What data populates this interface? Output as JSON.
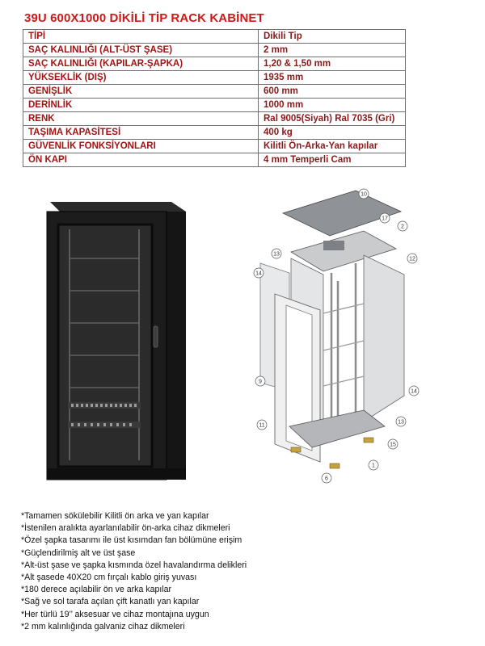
{
  "title": "39U 600X1000 DİKİLİ TİP RACK KABİNET",
  "specs": [
    {
      "label": "TİPİ",
      "value": "Dikili Tip"
    },
    {
      "label": "SAÇ KALINLIĞI (ALT-ÜST ŞASE)",
      "value": "2 mm"
    },
    {
      "label": "SAÇ KALINLIĞI (KAPILAR-ŞAPKA)",
      "value": "1,20 & 1,50 mm"
    },
    {
      "label": "YÜKSEKLİK (DIŞ)",
      "value": "1935 mm"
    },
    {
      "label": "GENİŞLİK",
      "value": "600 mm"
    },
    {
      "label": "DERİNLİK",
      "value": "1000 mm"
    },
    {
      "label": "RENK",
      "value": "Ral 9005(Siyah) Ral 7035 (Gri)"
    },
    {
      "label": "TAŞIMA KAPASİTESİ",
      "value": "400 kg"
    },
    {
      "label": "GÜVENLİK FONKSİYONLARI",
      "value": "Kilitli Ön-Arka-Yan kapılar"
    },
    {
      "label": "ÖN KAPI",
      "value": "4 mm Temperli Cam"
    }
  ],
  "diagram": {
    "callouts": [
      "10",
      "17",
      "2",
      "13",
      "12",
      "14",
      "9",
      "11",
      "14",
      "13",
      "15",
      "1",
      "6"
    ]
  },
  "features": [
    "*Tamamen sökülebilir Kilitli ön arka ve yan kapılar",
    "*İstenilen aralıkta ayarlanılabilir ön-arka cihaz dikmeleri",
    "*Özel şapka tasarımı ile üst kısımdan fan bölümüne erişim",
    "*Güçlendirilmiş alt ve üst şase",
    "*Alt-üst şase ve şapka kısmında özel havalandırma delikleri",
    "*Alt şasede 40X20 cm fırçalı kablo giriş yuvası",
    "*180 derece açılabilir ön ve arka kapılar",
    "*Sağ ve sol tarafa açılan çift kanatlı yan kapılar",
    "*Her türlü 19’’ aksesuar ve cihaz montajına uygun",
    "*2 mm kalınlığında galvaniz cihaz dikmeleri"
  ],
  "colors": {
    "title": "#d01818",
    "table_text": "#a01414",
    "cabinet": "#1a1a1a"
  }
}
